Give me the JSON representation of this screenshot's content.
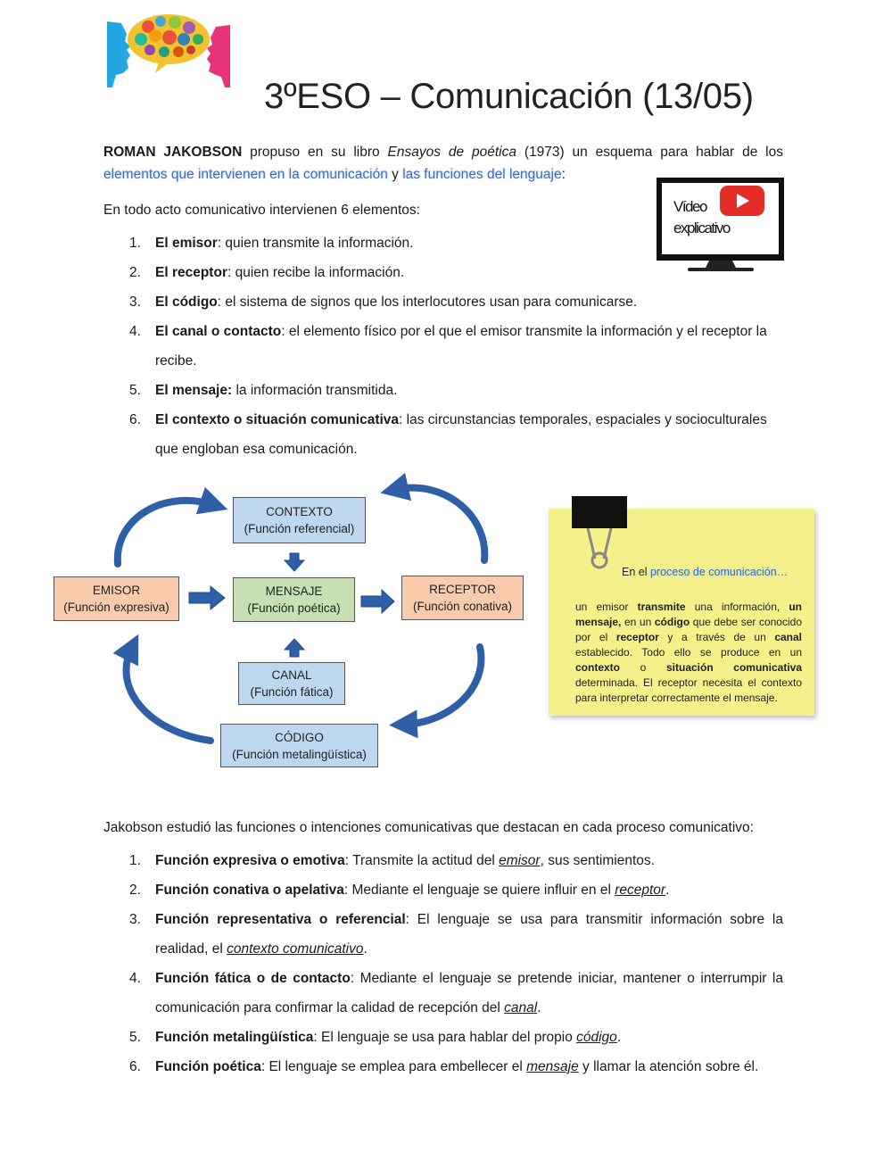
{
  "title": "3ºESO – Comunicación (13/05)",
  "intro": {
    "author": "ROMAN JAKOBSON",
    "text1": " propuso en su libro ",
    "book": "Ensayos de poética",
    "text2": " (1973) un esquema para hablar de los ",
    "link1": "elementos que intervienen en la comunicación",
    "text3": " y ",
    "link2": "las funciones del lenguaje",
    "text4": ":"
  },
  "video": {
    "line1": "Vídeo",
    "line2": "explicativo"
  },
  "elements_intro": "En todo acto comunicativo intervienen 6 elementos:",
  "elements": [
    {
      "num": "1.",
      "term": "El emisor",
      "text": ": quien transmite la información."
    },
    {
      "num": "2.",
      "term": "El receptor",
      "text": ": quien recibe la información."
    },
    {
      "num": "3.",
      "term": "El código",
      "text": ": el sistema de signos que los interlocutores usan para comunicarse."
    },
    {
      "num": "4.",
      "term": "El canal o contacto",
      "text": ": el elemento físico por el que el emisor transmite la información y el receptor la recibe."
    },
    {
      "num": "5.",
      "term": "El mensaje:",
      "text": " la información transmitida."
    },
    {
      "num": "6.",
      "term": "El contexto o situación comunicativa",
      "text": ": las circunstancias temporales, espaciales y socioculturales que engloban esa comunicación."
    }
  ],
  "diagram": {
    "contexto": {
      "name": "CONTEXTO",
      "func": "(Función referencial)"
    },
    "emisor": {
      "name": "EMISOR",
      "func": "(Función expresiva)"
    },
    "mensaje": {
      "name": "MENSAJE",
      "func": "(Función poética)"
    },
    "receptor": {
      "name": "RECEPTOR",
      "func": "(Función conativa)"
    },
    "canal": {
      "name": "CANAL",
      "func": "(Función fática)"
    },
    "codigo": {
      "name": "CÓDIGO",
      "func": "(Función metalingüística)"
    }
  },
  "note": {
    "title_pre": "En el ",
    "title_link": "proceso de comunicación…",
    "body": [
      {
        "t": "un emisor ",
        "b": false
      },
      {
        "t": "transmite",
        "b": true
      },
      {
        "t": " una información, ",
        "b": false
      },
      {
        "t": "un mensaje,",
        "b": true
      },
      {
        "t": " en un ",
        "b": false
      },
      {
        "t": "código",
        "b": true
      },
      {
        "t": " que debe ser conocido por el ",
        "b": false
      },
      {
        "t": "receptor",
        "b": true
      },
      {
        "t": " y a través de un ",
        "b": false
      },
      {
        "t": "canal",
        "b": true
      },
      {
        "t": " establecido. Todo ello se produce en un ",
        "b": false
      },
      {
        "t": "contexto",
        "b": true
      },
      {
        "t": " o ",
        "b": false
      },
      {
        "t": "situación comunicativa",
        "b": true
      },
      {
        "t": " determinada. El receptor necesita el contexto para interpretar correctamente el mensaje.",
        "b": false
      }
    ]
  },
  "functions_intro": "Jakobson estudió las funciones o intenciones comunicativas que destacan en cada proceso comunicativo:",
  "functions": [
    {
      "num": "1.",
      "term": "Función expresiva o emotiva",
      "pre": ": Transmite la actitud del ",
      "u": "emisor",
      "post": ", sus sentimientos."
    },
    {
      "num": "2.",
      "term": "Función conativa o apelativa",
      "pre": ": Mediante el lenguaje se quiere influir en el ",
      "u": "receptor",
      "post": "."
    },
    {
      "num": "3.",
      "term": "Función representativa o referencial",
      "pre": ": El lenguaje se usa para transmitir información sobre la realidad, el ",
      "u": "contexto comunicativo",
      "post": "."
    },
    {
      "num": "4.",
      "term": "Función fática o de contacto",
      "pre": ": Mediante el lenguaje se pretende iniciar, mantener o interrumpir la comunicación para confirmar la calidad de recepción del ",
      "u": "canal",
      "post": "."
    },
    {
      "num": "5.",
      "term": "Función metalingüística",
      "pre": ": El lenguaje se usa para hablar del propio ",
      "u": "código",
      "post": "."
    },
    {
      "num": "6.",
      "term": "Función poética",
      "pre": ": El lenguaje se emplea para embellecer el ",
      "u": "mensaje",
      "post": " y llamar la atención sobre él."
    }
  ],
  "colors": {
    "blue_box": "#bdd7ee",
    "orange_box": "#f8cbad",
    "green_box": "#c6e0b4",
    "arrow": "#2e5fa7",
    "note": "#f4f08a",
    "link": "#3b6fb5"
  }
}
